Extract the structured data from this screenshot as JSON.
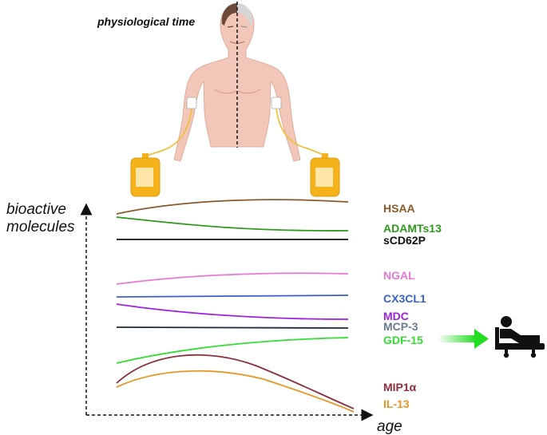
{
  "header": {
    "title": "physiological time"
  },
  "axes": {
    "y_label_line1": "bioactive",
    "y_label_line2": "molecules",
    "x_label": "age"
  },
  "molecules": [
    {
      "label": "HSAA",
      "color": "#8b5a2b"
    },
    {
      "label": "ADAMTs13",
      "color": "#2e9a1c"
    },
    {
      "label": "sCD62P",
      "color": "#111111"
    },
    {
      "label": "NGAL",
      "color": "#e878d4"
    },
    {
      "label": "CX3CL1",
      "color": "#3a5fcd"
    },
    {
      "label": "MDC",
      "color": "#a020e0"
    },
    {
      "label": "MCP-3",
      "color": "#6b7a90"
    },
    {
      "label": "GDF-15",
      "color": "#33dd33"
    },
    {
      "label": "MIP1α",
      "color": "#8b2f3a"
    },
    {
      "label": "IL-13",
      "color": "#e8962a"
    }
  ],
  "colors": {
    "skin": "#f2c6b8",
    "blood_bag": "#f5b21a",
    "arrow": "#22dd22"
  },
  "icons": {
    "patient": "hospital-bed-patient-icon",
    "figure": "human-torso-icon",
    "bag": "blood-bag-icon"
  }
}
